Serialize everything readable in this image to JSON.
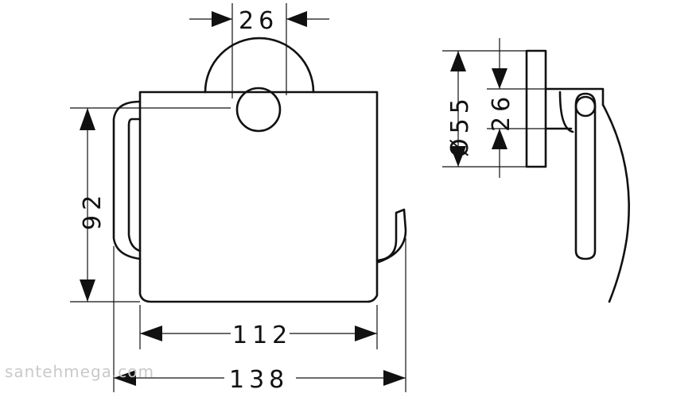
{
  "dimensions": {
    "top_width": "26",
    "height_left": "92",
    "cover_width": "112",
    "overall_width": "138",
    "rosette_diameter": "Ø55",
    "side_offset": "26"
  },
  "watermark": "santehmega.com"
}
